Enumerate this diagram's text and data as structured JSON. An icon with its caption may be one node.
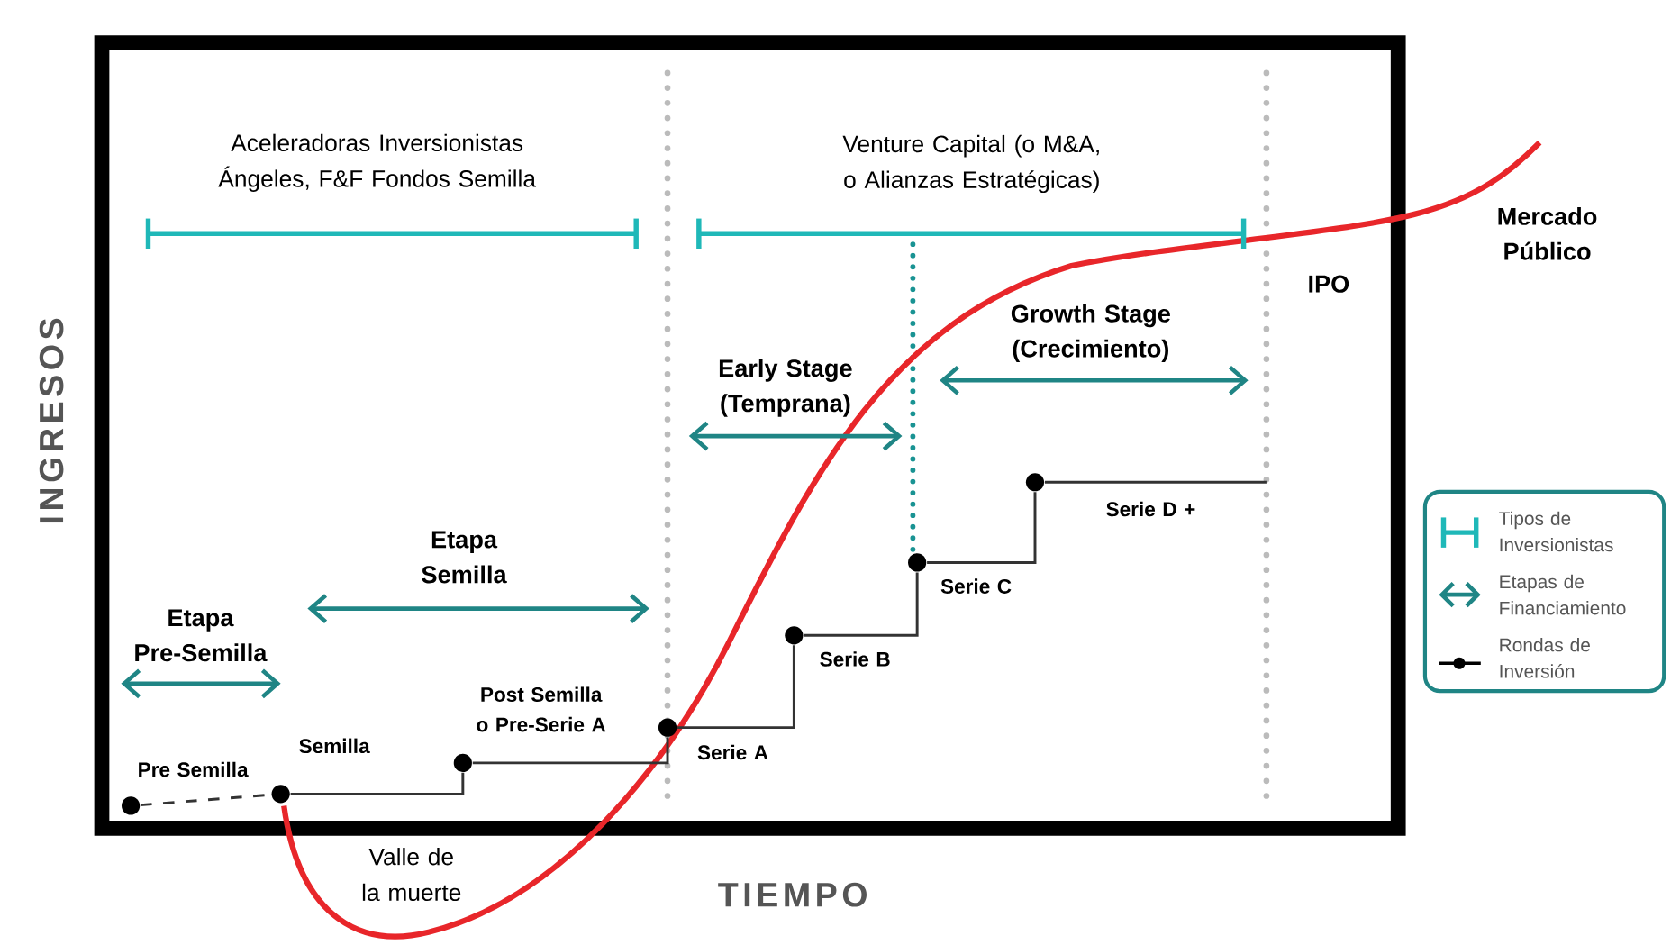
{
  "diagram": {
    "nodes": [
      {
        "text": [],
        "shape": "circle",
        "beside": [
          "Pre Semilla"
        ]
      },
      {
        "text": [],
        "shape": "circle",
        "beside": [
          "Semilla"
        ]
      },
      {
        "text": [],
        "shape": "circle",
        "beside": [
          "Post Semilla o Pre-Serie A"
        ]
      },
      {
        "text": [],
        "shape": "circle",
        "beside": [
          "Serie A"
        ]
      },
      {
        "text": [],
        "shape": "circle",
        "beside": [
          "Serie B"
        ]
      },
      {
        "text": [],
        "shape": "circle",
        "beside": [
          "Serie C"
        ]
      },
      {
        "text": [],
        "shape": "circle",
        "beside": [
          "Serie D +"
        ]
      }
    ],
    "edges": [
      {
        "from": 0,
        "to": 1,
        "arrow": "none",
        "style": "dashed"
      },
      {
        "from": 1,
        "to": 2,
        "arrow": "none"
      },
      {
        "from": 2,
        "to": 3,
        "arrow": "none"
      },
      {
        "from": 3,
        "to": 4,
        "arrow": "none"
      },
      {
        "from": 4,
        "to": 5,
        "arrow": "none"
      },
      {
        "from": 5,
        "to": 6,
        "arrow": "none"
      },
      {
        "from": 6,
        "to": null,
        "arrow": "none"
      }
    ],
    "labels": [
      "Aceleradoras Inversionistas Ángeles, F&F Fondos Semilla",
      "Venture Capital (o M&A, o Alianzas Estratégicas)",
      "Mercado Público",
      "IPO",
      "Growth Stage (Crecimiento)",
      "Early Stage (Temprana)",
      "Etapa Semilla",
      "Etapa Pre-Semilla",
      "INGRESOS",
      "Valle de la muerte",
      "TIEMPO"
    ],
    "legend": [
      {
        "text": "Tipos de Inversionistas"
      },
      {
        "text": "Etapas de Financiamiento"
      },
      {
        "text": "Rondas de Inversión"
      }
    ]
  }
}
